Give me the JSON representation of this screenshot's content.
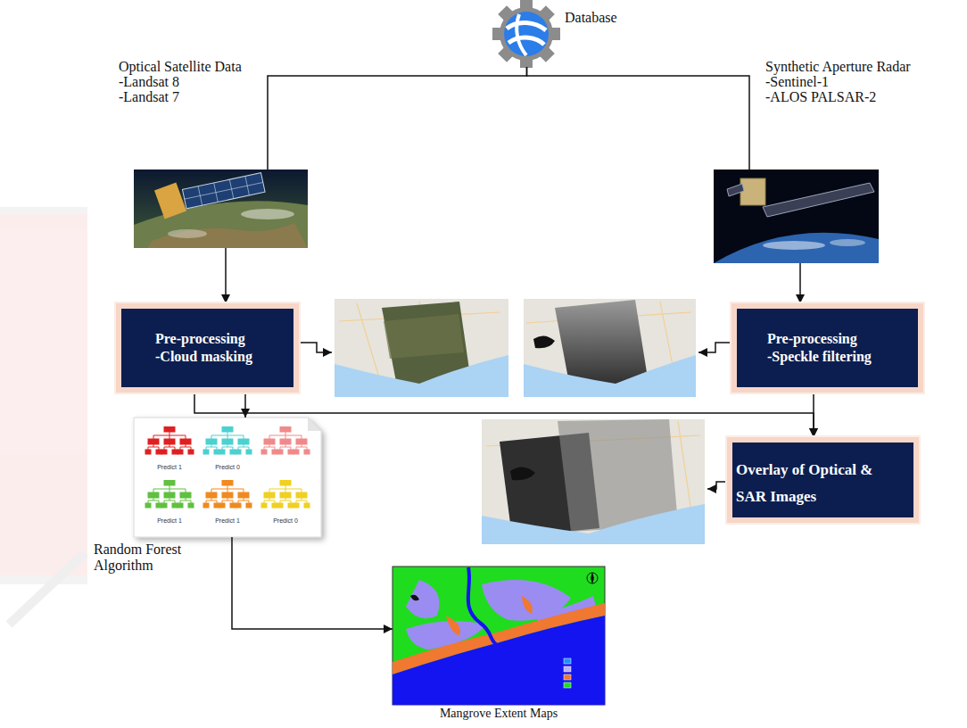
{
  "diagram": {
    "nodes": [
      {
        "text": [
          "Database"
        ]
      },
      {
        "text": [
          "Optical Satellite Data",
          "-Landsat 8",
          "-Landsat 7"
        ]
      },
      {
        "text": [
          "Synthetic Aperture Radar",
          "-Sentinel-1",
          "-ALOS PALSAR-2"
        ]
      },
      {
        "text": [
          "Pre-processing",
          "-Cloud masking"
        ]
      },
      {
        "text": [
          "Pre-processing",
          "-Speckle filtering"
        ]
      },
      {
        "text": [
          "Overlay of Optical & SAR Images"
        ]
      },
      {
        "text": [
          "Random Forest Algorithm"
        ]
      },
      {
        "text": [
          "Mangrove Extent Maps"
        ]
      }
    ],
    "edges": [
      {
        "from": 0,
        "to": 1,
        "arrow": "none"
      },
      {
        "from": 0,
        "to": 2,
        "arrow": "none"
      },
      {
        "from": 1,
        "to": 3,
        "arrow": "to"
      },
      {
        "from": 2,
        "to": 4,
        "arrow": "to"
      },
      {
        "from": 3,
        "to": 5,
        "arrow": "to"
      },
      {
        "from": 4,
        "to": 5,
        "arrow": "to"
      },
      {
        "from": 3,
        "to": 6,
        "arrow": "to"
      },
      {
        "from": 6,
        "to": 7,
        "arrow": "to"
      }
    ],
    "labels": [
      "Predict 1",
      "Predict 0",
      "Predict 1",
      "Predict 1",
      "Predict 0"
    ]
  }
}
